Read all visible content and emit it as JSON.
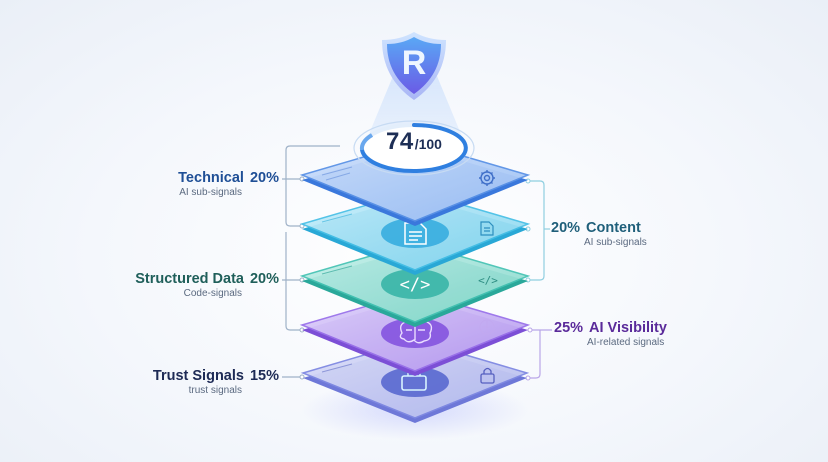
{
  "logo": {
    "letter": "R",
    "shape": "shield-icon"
  },
  "score": {
    "value": "74",
    "max": "/100"
  },
  "layers": [
    {
      "name": "Technical",
      "weight": "20%",
      "subtitle": "AI sub-signals",
      "icon": "gear-icon",
      "color": "#3f7fe0",
      "side": "left"
    },
    {
      "name": "Content",
      "weight": "20%",
      "subtitle": "AI sub-signals",
      "icon": "document-icon",
      "color": "#2fb8e0",
      "side": "right"
    },
    {
      "name": "Structured Data",
      "weight": "20%",
      "subtitle": "Code-signals",
      "icon": "code-icon",
      "color": "#2cb7a6",
      "side": "left"
    },
    {
      "name": "AI Visibility",
      "weight": "25%",
      "subtitle": "AI-related signals",
      "icon": "brain-icon",
      "color": "#8a5be0",
      "side": "right"
    },
    {
      "name": "Trust Signals",
      "weight": "15%",
      "subtitle": "trust signals",
      "icon": "lock-icon",
      "color": "#5b6fd6",
      "side": "left"
    }
  ],
  "colors": {
    "technical_text": "#1f4f96",
    "content_text": "#1f5f7a",
    "structured_text": "#1f5f5a",
    "visibility_text": "#5a2a9a",
    "trust_text": "#1d2a55"
  }
}
